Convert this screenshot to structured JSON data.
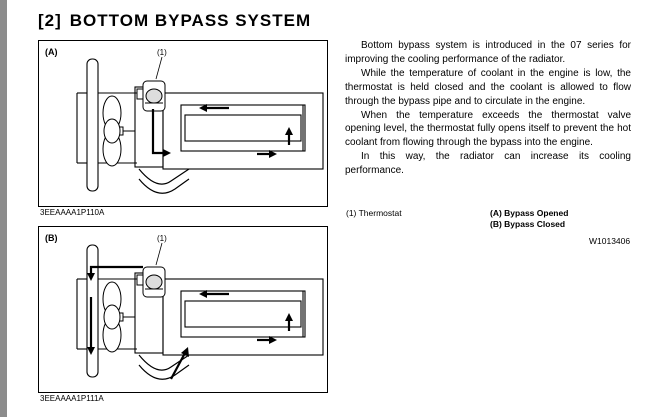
{
  "section": {
    "number": "[2]",
    "title": "BOTTOM BYPASS SYSTEM"
  },
  "figures": [
    {
      "label": "(A)",
      "callout": "(1)",
      "code": "3EEAAAA1P110A"
    },
    {
      "label": "(B)",
      "callout": "(1)",
      "code": "3EEAAAA1P111A"
    }
  ],
  "paragraphs": [
    "Bottom bypass system is introduced in the 07 series for improving the cooling performance of the radiator.",
    "While the temperature of coolant in the engine is low, the thermostat is held closed and the coolant is allowed to flow through the bypass pipe and to circulate in the engine.",
    "When the temperature exceeds the thermostat valve opening level, the thermostat fully opens itself to prevent the hot coolant from flowing through the bypass into the engine.",
    "In this way, the radiator can increase its cooling performance."
  ],
  "legend": {
    "thermostat": "(1) Thermostat",
    "a": "(A) Bypass Opened",
    "b": "(B) Bypass Closed"
  },
  "doc_code": "W1013406"
}
